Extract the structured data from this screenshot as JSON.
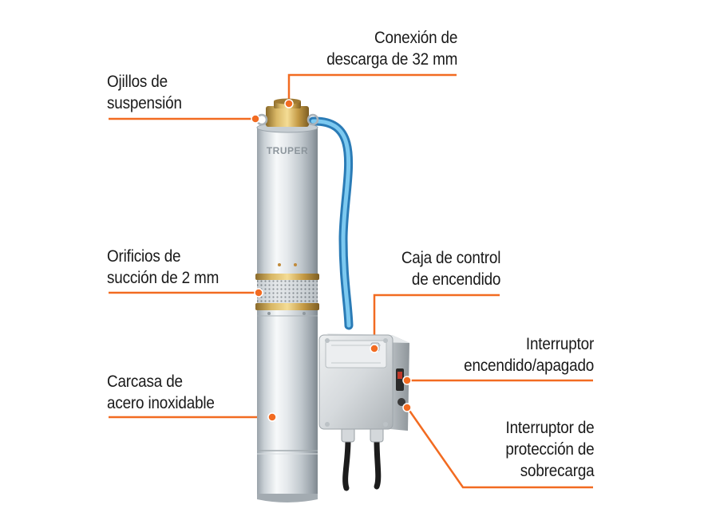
{
  "brand": "TRUPER",
  "callouts": {
    "conexion": {
      "line1": "Conexión de",
      "line2": "descarga de 32 mm"
    },
    "ojillos": {
      "line1": "Ojillos de",
      "line2": "suspensión"
    },
    "orificios": {
      "line1": "Orificios de",
      "line2": "succión de 2 mm"
    },
    "caja": {
      "line1": "Caja de control",
      "line2": "de encendido"
    },
    "interruptor": {
      "line1": "Interruptor",
      "line2": "encendido/apagado"
    },
    "carcasa": {
      "line1": "Carcasa de",
      "line2": "acero inoxidable"
    },
    "proteccion": {
      "line1": "Interruptor de",
      "line2": "protección de",
      "line3": "sobrecarga"
    }
  },
  "colors": {
    "accent": "#f26b21",
    "hose": "#4aa6dc",
    "brass": "#c9a24a",
    "steel": "#dfe3e6"
  }
}
